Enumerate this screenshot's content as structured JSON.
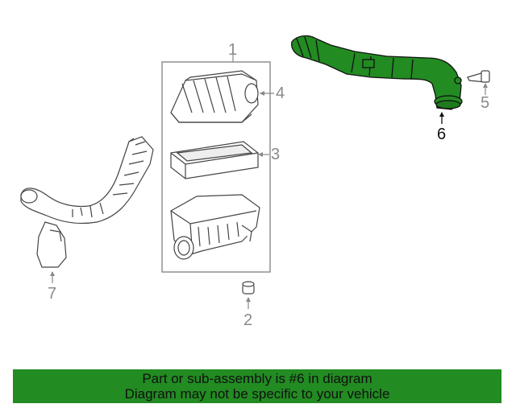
{
  "diagram": {
    "callouts": {
      "c1": "1",
      "c2": "2",
      "c3": "3",
      "c4": "4",
      "c5": "5",
      "c6": "6",
      "c7": "7"
    },
    "highlighted_part": "6",
    "highlight_color": "#228B22",
    "line_color": "#8a8a8a"
  },
  "banner": {
    "line1": "Part or sub-assembly is #6 in diagram",
    "line2": "Diagram may not be specific to your vehicle",
    "background_color": "#228B22"
  }
}
